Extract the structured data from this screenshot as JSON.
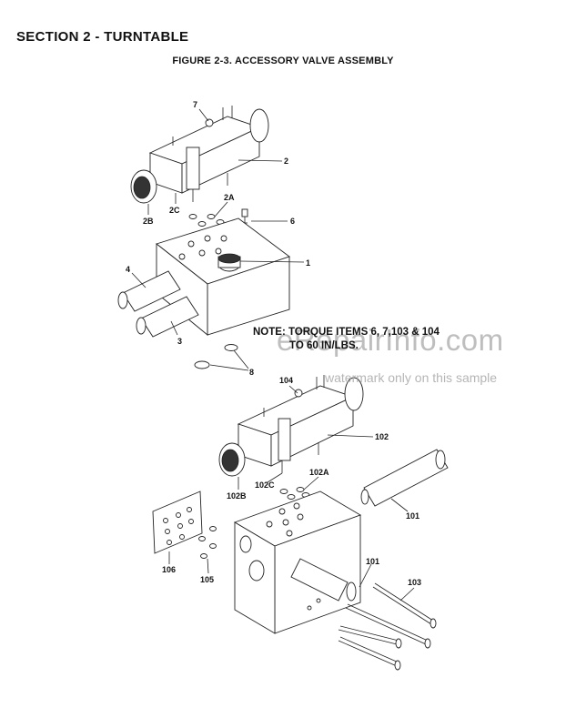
{
  "header": {
    "section_title": "SECTION 2 - TURNTABLE",
    "figure_title": "FIGURE 2-3. ACCESSORY VALVE ASSEMBLY"
  },
  "note": {
    "line1": "NOTE: TORQUE ITEMS 6, 7,103 & 104",
    "line2": "TO 60 IN/LBS."
  },
  "watermark": {
    "text": "eRepairInfo.com",
    "subtext": "watermark only on this sample"
  },
  "callouts": {
    "c7": "7",
    "c2": "2",
    "c2c": "2C",
    "c2a": "2A",
    "c6": "6",
    "c2b": "2B",
    "c1": "1",
    "c4": "4",
    "c3": "3",
    "c8": "8",
    "c104": "104",
    "c102": "102",
    "c102a": "102A",
    "c102c": "102C",
    "c102b": "102B",
    "c101a": "101",
    "c101b": "101",
    "c103": "103",
    "c106": "106",
    "c105": "105"
  }
}
